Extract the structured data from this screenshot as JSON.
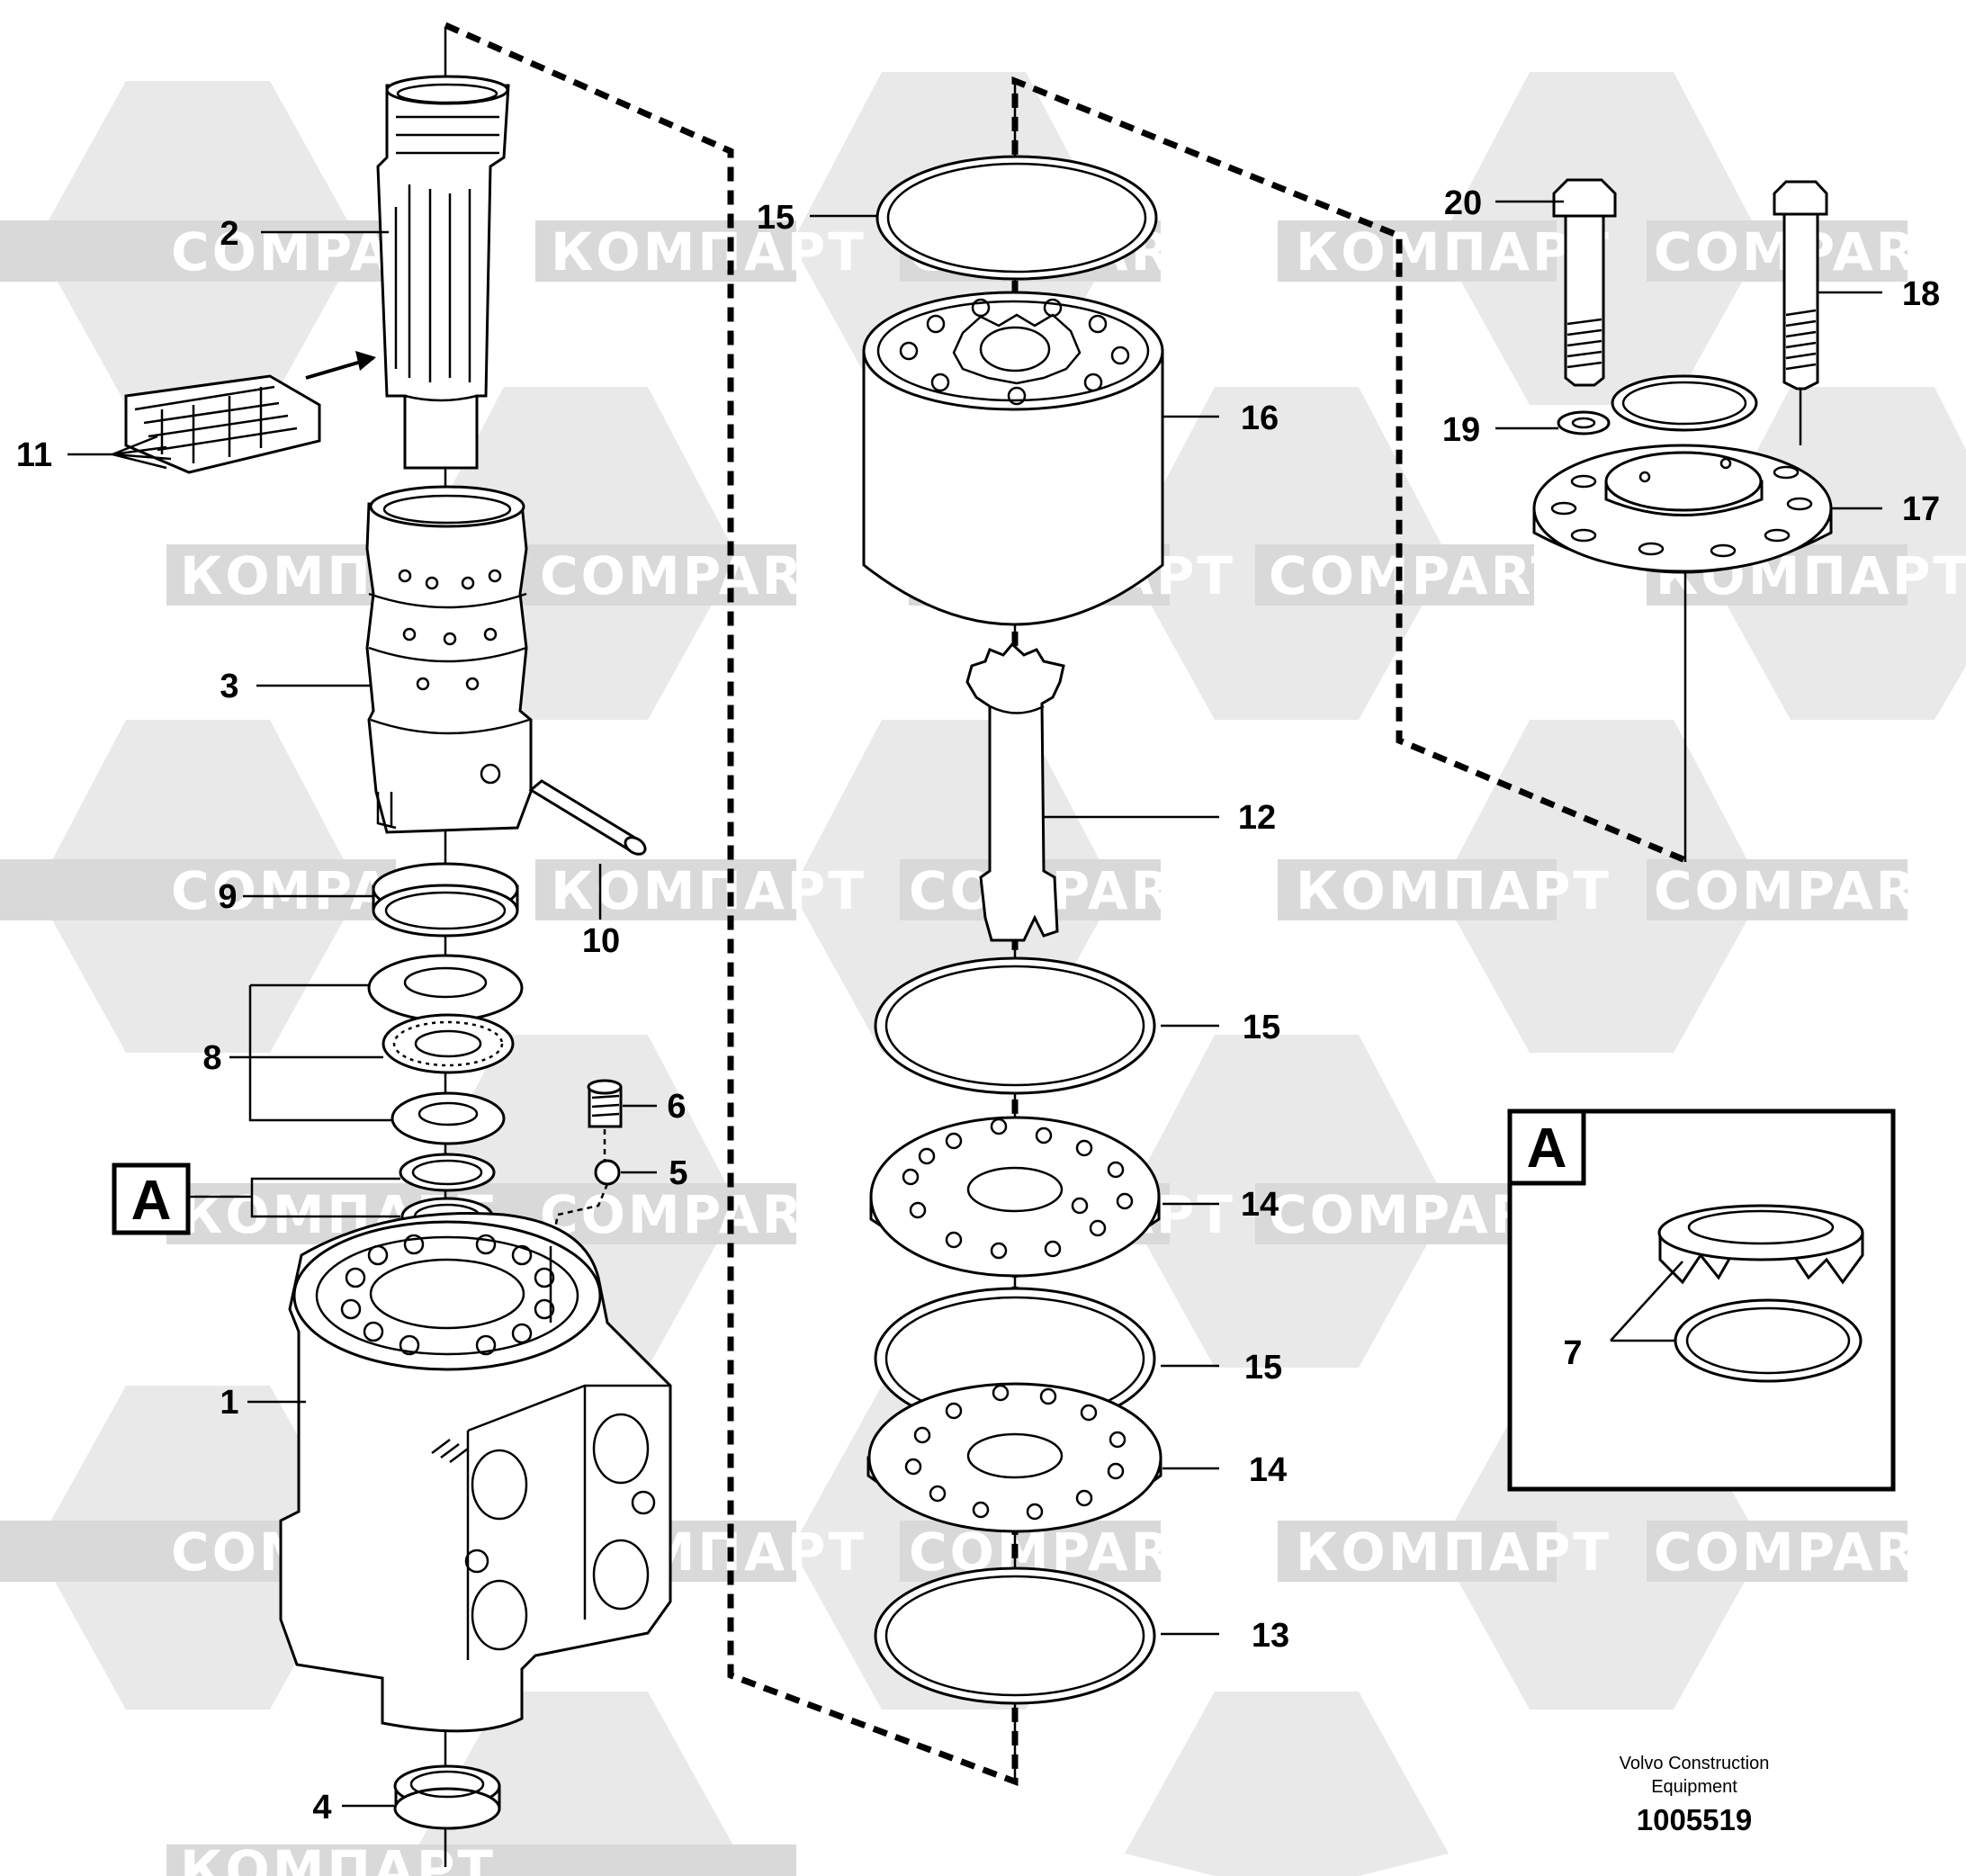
{
  "watermark": {
    "text_latin": "COMPART",
    "text_cyrillic": "КОМПАРТ"
  },
  "callouts": [
    {
      "id": "2",
      "text": "2"
    },
    {
      "id": "11",
      "text": "11"
    },
    {
      "id": "3",
      "text": "3"
    },
    {
      "id": "9",
      "text": "9"
    },
    {
      "id": "10",
      "text": "10"
    },
    {
      "id": "8",
      "text": "8"
    },
    {
      "id": "6",
      "text": "6"
    },
    {
      "id": "5",
      "text": "5"
    },
    {
      "id": "1",
      "text": "1"
    },
    {
      "id": "4",
      "text": "4"
    },
    {
      "id": "15a",
      "text": "15"
    },
    {
      "id": "16",
      "text": "16"
    },
    {
      "id": "12",
      "text": "12"
    },
    {
      "id": "15b",
      "text": "15"
    },
    {
      "id": "14a",
      "text": "14"
    },
    {
      "id": "15c",
      "text": "15"
    },
    {
      "id": "14b",
      "text": "14"
    },
    {
      "id": "13",
      "text": "13"
    },
    {
      "id": "20",
      "text": "20"
    },
    {
      "id": "18",
      "text": "18"
    },
    {
      "id": "19",
      "text": "19"
    },
    {
      "id": "17",
      "text": "17"
    },
    {
      "id": "7",
      "text": "7"
    }
  ],
  "detail_ref": {
    "label": "A"
  },
  "detail_box": {
    "label": "A"
  },
  "credit": {
    "line1": "Volvo Construction",
    "line2": "Equipment",
    "part_number": "1005519"
  }
}
